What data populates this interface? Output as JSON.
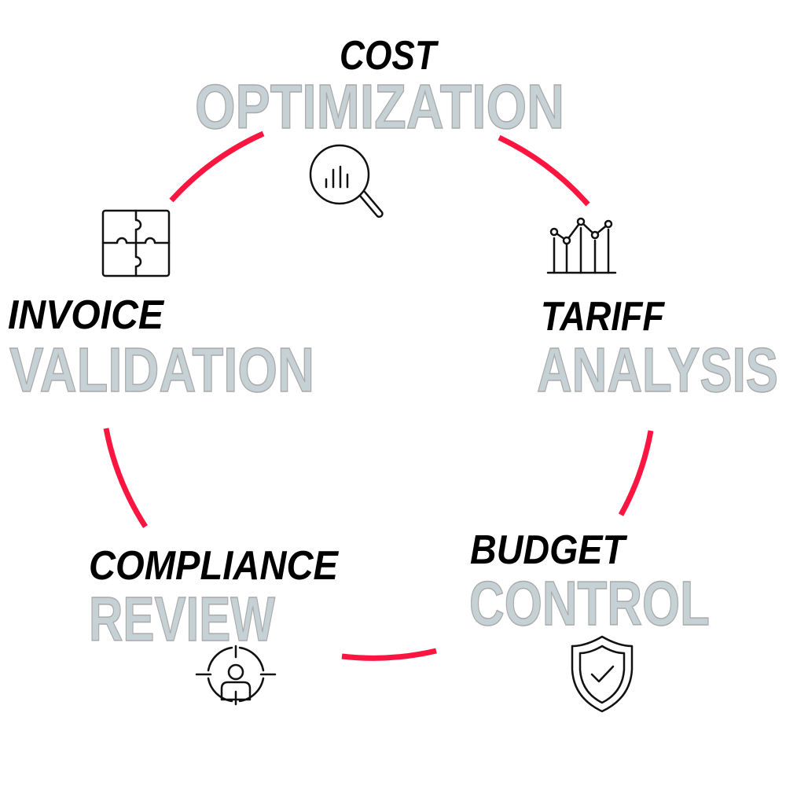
{
  "colors": {
    "arc": "#fa1640",
    "label_fill": "#c5d1d5",
    "label_stroke": "#aaaaaa",
    "keyword": "#000000"
  },
  "stages": [
    {
      "keyword": "COST",
      "label": "OPTIMIZATION",
      "icon": "magnifier-chart-icon"
    },
    {
      "keyword": "TARIFF",
      "label": "ANALYSIS",
      "icon": "line-bar-chart-icon"
    },
    {
      "keyword": "BUDGET",
      "label": "CONTROL",
      "icon": "shield-check-icon"
    },
    {
      "keyword": "COMPLIANCE",
      "label": "REVIEW",
      "icon": "target-person-icon"
    },
    {
      "keyword": "INVOICE",
      "label": "VALIDATION",
      "icon": "puzzle-icon"
    }
  ]
}
